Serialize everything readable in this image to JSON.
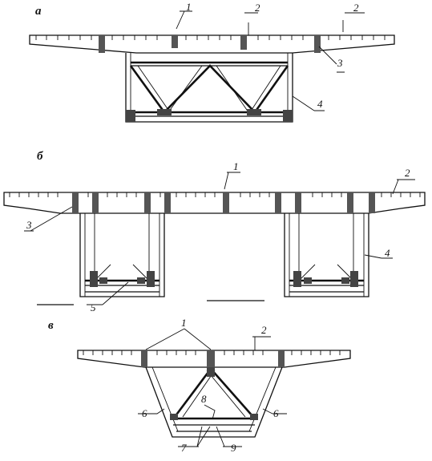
{
  "sections": [
    {
      "id": "a",
      "title": "а",
      "labels": [
        "1",
        "2",
        "2",
        "3",
        "4"
      ]
    },
    {
      "id": "b",
      "title": "б",
      "labels": [
        "1",
        "2",
        "3",
        "4",
        "5"
      ]
    },
    {
      "id": "v",
      "title": "в",
      "labels": [
        "1",
        "2",
        "6",
        "6",
        "8",
        "7",
        "9"
      ]
    }
  ]
}
